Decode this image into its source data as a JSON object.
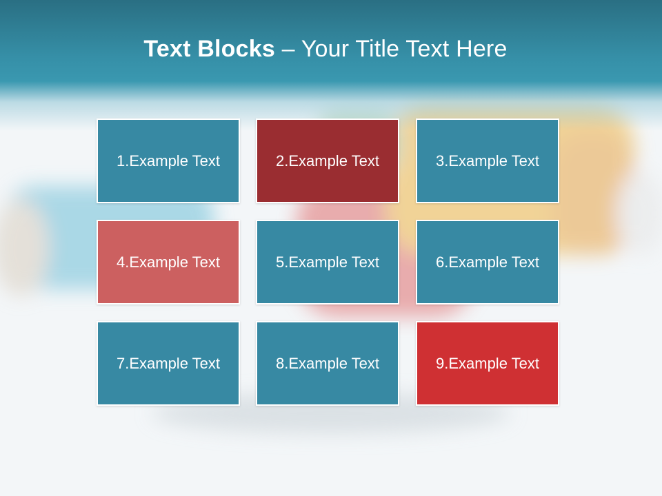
{
  "header": {
    "title_bold": "Text Blocks",
    "title_rest": " – Your Title Text Here"
  },
  "colors": {
    "teal": "#3789a3",
    "dark_red": "#9a2d31",
    "light_red": "#cc6060",
    "bright_red": "#cf3033",
    "header": "#35869e"
  },
  "blocks": [
    {
      "label": "1.Example Text",
      "color": "#3789a3"
    },
    {
      "label": "2.Example Text",
      "color": "#9a2d31"
    },
    {
      "label": "3.Example Text",
      "color": "#3789a3"
    },
    {
      "label": "4.Example Text",
      "color": "#cc6060"
    },
    {
      "label": "5.Example Text",
      "color": "#3789a3"
    },
    {
      "label": "6.Example Text",
      "color": "#3789a3"
    },
    {
      "label": "7.Example Text",
      "color": "#3789a3"
    },
    {
      "label": "8.Example Text",
      "color": "#3789a3"
    },
    {
      "label": "9.Example Text",
      "color": "#cf3033"
    }
  ]
}
